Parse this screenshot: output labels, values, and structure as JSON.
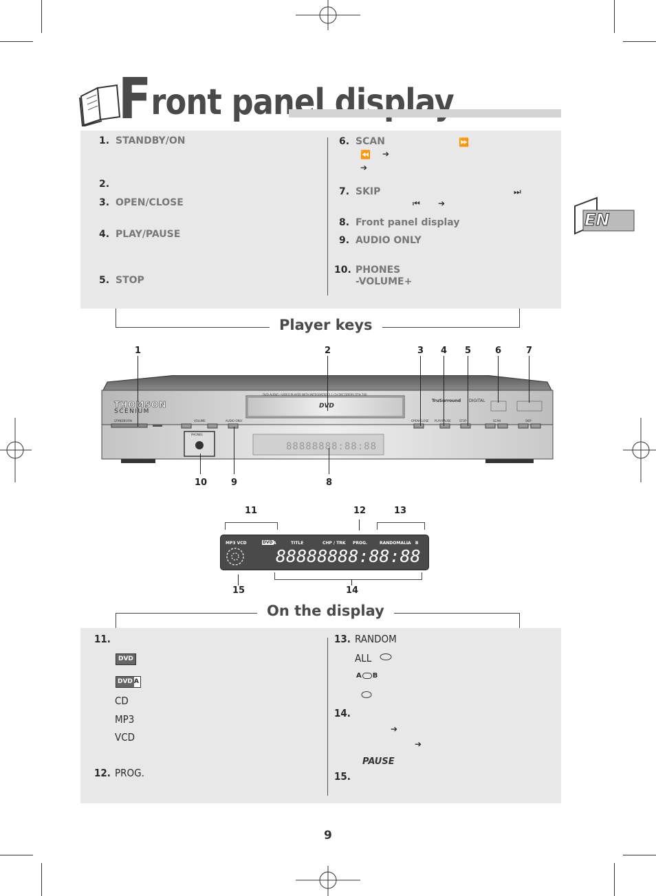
{
  "page": {
    "title_initial": "F",
    "title_rest": "ront panel display",
    "language_tab": "EN",
    "page_number": "9"
  },
  "player_keys": {
    "heading": "Player keys",
    "left_items": [
      {
        "num": "1.",
        "label": "STANDBY/ON"
      },
      {
        "num": "2.",
        "label": ""
      },
      {
        "num": "3.",
        "label": "OPEN/CLOSE"
      },
      {
        "num": "4.",
        "label": "PLAY/PAUSE"
      },
      {
        "num": "5.",
        "label": "STOP"
      }
    ],
    "right_items": [
      {
        "num": "6.",
        "label": "SCAN"
      },
      {
        "num": "7.",
        "label": "SKIP"
      },
      {
        "num": "8.",
        "label": "Front panel display"
      },
      {
        "num": "9.",
        "label": "AUDIO ONLY"
      },
      {
        "num": "10.",
        "label": "PHONES"
      }
    ],
    "phones_line2": "-VOLUME+"
  },
  "device": {
    "brand_line1": "THOMSON",
    "brand_line2": "SCENIUM",
    "header_text": "DVD AUDIO / VIDEO PLAYER WITH INTEGRATED 5.1 CH DECODERS DTH 700",
    "standby_label": "STANDBY/ON",
    "volume_label": "VOLUME",
    "audio_only_label": "AUDIO ONLY",
    "open_close_label": "OPEN/CLOSE",
    "play_pause_label": "PLAY/PAUSE",
    "stop_label": "STOP",
    "scan_label": "SCAN",
    "skip_label": "SKIP",
    "phones_label": "PHONES",
    "trusurround": "TruSurround",
    "digital": "DIGITAL",
    "callouts_top": [
      "1",
      "2",
      "3",
      "4",
      "5",
      "6",
      "7"
    ],
    "callouts_bottom": [
      "10",
      "9",
      "8"
    ]
  },
  "display": {
    "callouts_top": [
      "11",
      "12",
      "13"
    ],
    "callouts_bottom": [
      "15",
      "14"
    ],
    "labels": {
      "mp3_vcd": "MP3 VCD",
      "dvd": "DVD",
      "a": "A",
      "title": "TITLE",
      "chp_trk": "CHP / TRK",
      "prog": "PROG.",
      "random_all": "RANDOMALL",
      "ab": "A   B"
    },
    "digits": "88888888:88:88"
  },
  "on_display": {
    "heading": "On the display",
    "item11_num": "11.",
    "dvd_badge": "DVD",
    "dvda_badge": "DVD",
    "dvda_suffix": "A",
    "cd": "CD",
    "mp3": "MP3",
    "vcd": "VCD",
    "item12_num": "12.",
    "item12_label": "PROG.",
    "item13_num": "13.",
    "item13_label": "RANDOM",
    "all_label": "ALL",
    "ab_label_a": "A",
    "ab_label_b": "B",
    "item14_num": "14.",
    "pause_text": "PAUSE",
    "item15_num": "15."
  }
}
